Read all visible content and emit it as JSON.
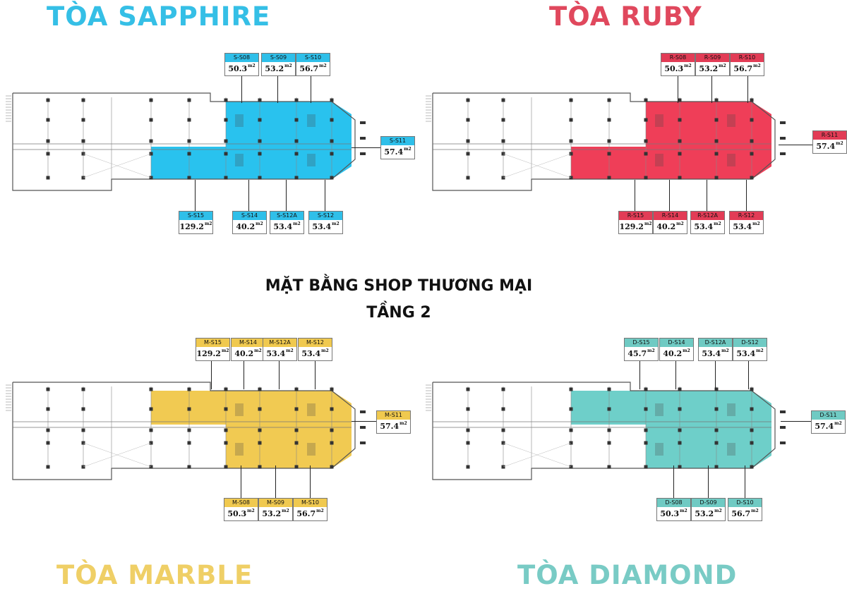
{
  "heading": {
    "line1": "MẶT BẰNG SHOP THƯƠNG MẠI",
    "line2": "TẦNG 2"
  },
  "area_unit": "m2",
  "towers": [
    {
      "key": "sapphire",
      "title": "TÒA SAPPHIRE",
      "title_color": "#35bfe6",
      "fill_color": "#29c2ee",
      "tag_color": "#2fbfe9",
      "shops": [
        {
          "code": "S-S08",
          "area": "50.3"
        },
        {
          "code": "S-S09",
          "area": "53.2"
        },
        {
          "code": "S-S10",
          "area": "56.7"
        },
        {
          "code": "S-S11",
          "area": "57.4"
        },
        {
          "code": "S-S15",
          "area": "129.2"
        },
        {
          "code": "S-S14",
          "area": "40.2"
        },
        {
          "code": "S-S12A",
          "area": "53.4"
        },
        {
          "code": "S-S12",
          "area": "53.4"
        }
      ]
    },
    {
      "key": "ruby",
      "title": "TÒA RUBY",
      "title_color": "#e0485d",
      "fill_color": "#ef3e58",
      "tag_color": "#e23c56",
      "shops": [
        {
          "code": "R-S08",
          "area": "50.3"
        },
        {
          "code": "R-S09",
          "area": "53.2"
        },
        {
          "code": "R-S10",
          "area": "56.7"
        },
        {
          "code": "R-S11",
          "area": "57.4"
        },
        {
          "code": "R-S15",
          "area": "129.2"
        },
        {
          "code": "R-S14",
          "area": "40.2"
        },
        {
          "code": "R-S12A",
          "area": "53.4"
        },
        {
          "code": "R-S12",
          "area": "53.4"
        }
      ]
    },
    {
      "key": "marble",
      "title": "TÒA MARBLE",
      "title_color": "#efcf66",
      "fill_color": "#f1ca52",
      "tag_color": "#f0c94f",
      "shops": [
        {
          "code": "M-S15",
          "area": "129.2"
        },
        {
          "code": "M-S14",
          "area": "40.2"
        },
        {
          "code": "M-S12A",
          "area": "53.4"
        },
        {
          "code": "M-S12",
          "area": "53.4"
        },
        {
          "code": "M-S11",
          "area": "57.4"
        },
        {
          "code": "M-S08",
          "area": "50.3"
        },
        {
          "code": "M-S09",
          "area": "53.2"
        },
        {
          "code": "M-S10",
          "area": "56.7"
        }
      ]
    },
    {
      "key": "diamond",
      "title": "TÒA DIAMOND",
      "title_color": "#79cbc5",
      "fill_color": "#6ecfc9",
      "tag_color": "#6fcac3",
      "shops": [
        {
          "code": "D-S15",
          "area": "45.7"
        },
        {
          "code": "D-S14",
          "area": "40.2"
        },
        {
          "code": "D-S12A",
          "area": "53.4"
        },
        {
          "code": "D-S12",
          "area": "53.4"
        },
        {
          "code": "D-S11",
          "area": "57.4"
        },
        {
          "code": "D-S08",
          "area": "50.3"
        },
        {
          "code": "D-S09",
          "area": "53.2"
        },
        {
          "code": "D-S10",
          "area": "56.7"
        }
      ]
    }
  ]
}
